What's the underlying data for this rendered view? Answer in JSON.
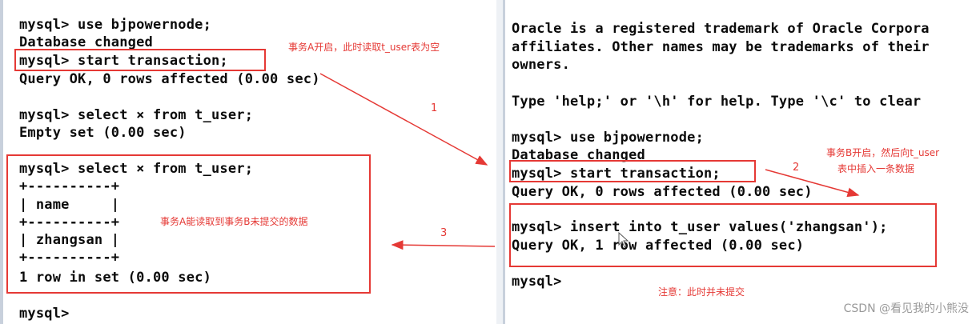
{
  "left_terminal": {
    "lines": [
      "mysql> use bjpowernode;",
      "Database changed",
      "mysql> start transaction;",
      "Query OK, 0 rows affected (0.00 sec)",
      "",
      "mysql> select × from t_user;",
      "Empty set (0.00 sec)",
      "",
      "mysql> select × from t_user;",
      "+----------+",
      "| name     |",
      "+----------+",
      "| zhangsan |",
      "+----------+",
      "1 row in set (0.00 sec)",
      "",
      "mysql>"
    ]
  },
  "right_terminal": {
    "lines": [
      "Oracle is a registered trademark of Oracle Corpora",
      "affiliates. Other names may be trademarks of their",
      "owners.",
      "",
      "Type 'help;' or '\\h' for help. Type '\\c' to clear",
      "",
      "mysql> use bjpowernode;",
      "Database changed",
      "mysql> start transaction;",
      "Query OK, 0 rows affected (0.00 sec)",
      "",
      "mysql> insert into t_user values('zhangsan');",
      "Query OK, 1 row affected (0.00 sec)",
      "",
      "mysql>"
    ]
  },
  "annotations": {
    "note_a_start": "事务A开启，此时读取t_user表为空",
    "note_a_read": "事务A能读取到事务B未提交的数据",
    "note_b_start_line1": "事务B开启，然后向t_user",
    "note_b_start_line2": "表中插入一条数据",
    "note_not_committed": "注意：此时并未提交",
    "step1": "1",
    "step2": "2",
    "step3": "3"
  },
  "watermark": "CSDN @看见我的小熊没",
  "colors": {
    "annotation": "#e53935",
    "terminal_text": "#0b0b0b",
    "background": "#ffffff"
  }
}
